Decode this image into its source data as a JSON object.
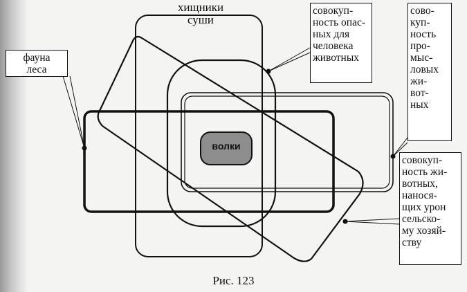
{
  "labels": {
    "predators": [
      "хищники",
      "суши"
    ],
    "forest_fauna": [
      "фауна",
      "леса"
    ],
    "dangerous": [
      "совокуп-",
      "ность опас-",
      "ных для",
      "человека",
      "животных"
    ],
    "commercial": [
      "сово-",
      "куп-",
      "ность",
      "про-",
      "мыс-",
      "ловых",
      "жи-",
      "вот-",
      "ных"
    ],
    "harmful": [
      "совокуп-",
      "ность жи-",
      "вотных,",
      "нанося-",
      "щих урон",
      "сельско-",
      "му хозяй-",
      "ству"
    ],
    "wolves": "волки"
  },
  "caption": "Рис. 123"
}
